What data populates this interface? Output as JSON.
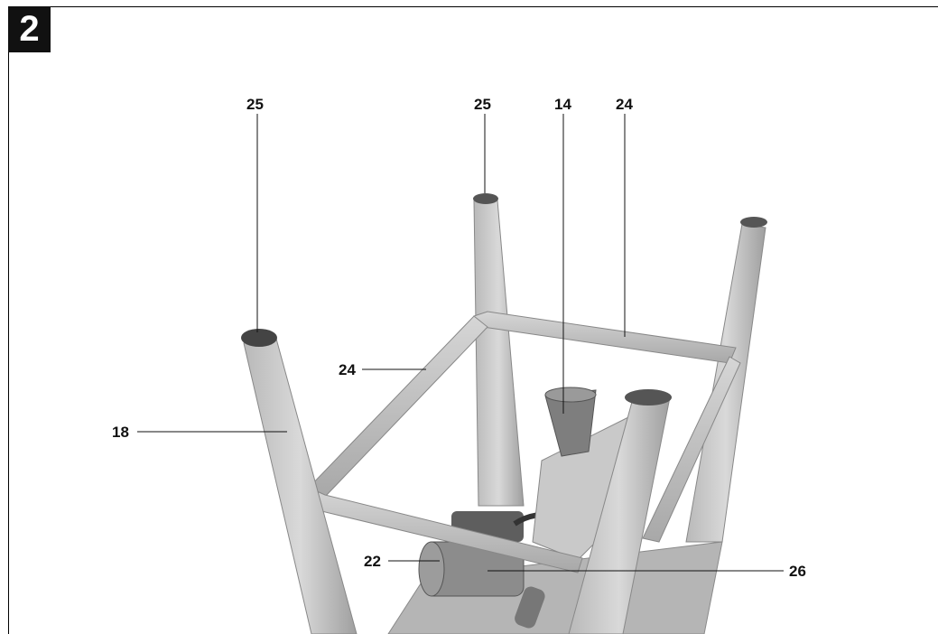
{
  "figure": {
    "number": "2"
  },
  "callouts": {
    "c25_left": "25",
    "c25_mid": "25",
    "c14": "14",
    "c24_top": "24",
    "c24_left": "24",
    "c18": "18",
    "c22": "22",
    "c26": "26"
  }
}
